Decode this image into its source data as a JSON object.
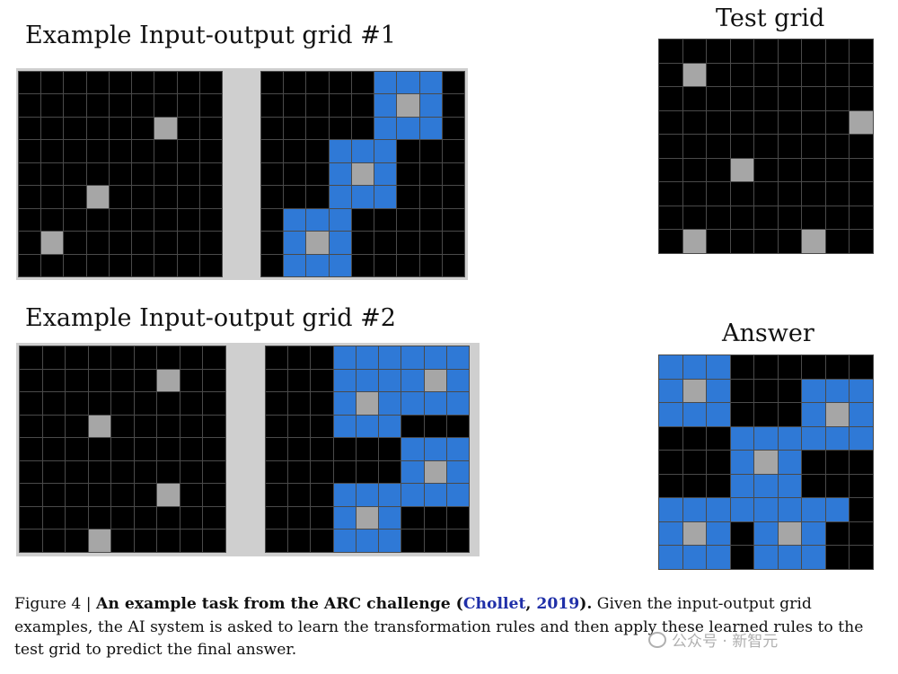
{
  "labels": {
    "example1": "Example Input-output grid #1",
    "example2": "Example Input-output grid #2",
    "test": "Test grid",
    "answer": "Answer"
  },
  "grids": {
    "ex1_input": {
      "size": [
        9,
        9
      ],
      "cells": [
        "000000000",
        "000000000",
        "000000g00",
        "000000000",
        "000000000",
        "000g00000",
        "000000000",
        "0g0000000",
        "000000000"
      ]
    },
    "ex1_output": {
      "size": [
        9,
        9
      ],
      "cells": [
        "00000bbb0",
        "00000bgb0",
        "00000bbb0",
        "000bbb000",
        "000bgb000",
        "000bbb000",
        "0bbb00000",
        "0bgb00000",
        "0bbb00000"
      ]
    },
    "ex2_input": {
      "size": [
        9,
        9
      ],
      "cells": [
        "000000000",
        "000000g00",
        "000000000",
        "000g00000",
        "000000000",
        "000000000",
        "000000g00",
        "000000000",
        "000g00000"
      ]
    },
    "ex2_output": {
      "size": [
        9,
        9
      ],
      "cells": [
        "000bbbbbb",
        "000bbbbgb",
        "000bgbbbb",
        "000bbb000",
        "000000bbb",
        "000000bgb",
        "000bbbbbb",
        "000bgb000",
        "000bbb000"
      ]
    },
    "test_grid": {
      "size": [
        9,
        9
      ],
      "cells": [
        "000000000",
        "0g0000000",
        "000000000",
        "00000000g",
        "000000000",
        "000g00000",
        "000000000",
        "000000000",
        "0g0000g00"
      ]
    },
    "answer_grid": {
      "size": [
        9,
        9
      ],
      "cells": [
        "bbb000000",
        "bgb000bbb",
        "bbb000bgb",
        "000bbbbbb",
        "000bgb000",
        "000bbb000",
        "bbbbbbbb0",
        "bgb0bgb00",
        "bbb0bbb00"
      ]
    }
  },
  "caption": {
    "figure": "Figure 4 | ",
    "bold": "An example task from the ARC challenge",
    "open": " (",
    "ref_author": "Chollet",
    "sep": ", ",
    "ref_year": "2019",
    "close": ").",
    "text": " Given the input-output grid examples, the AI system is asked to learn the transformation rules and then apply these learned rules to the test grid to predict the final answer."
  },
  "watermark": "公众号 · 新智元",
  "colors": {
    "background": "#000000",
    "blue": "#2f79d6",
    "gray": "#a6a6a6",
    "panel": "#cfcfcf",
    "link": "#1f2fa8"
  }
}
